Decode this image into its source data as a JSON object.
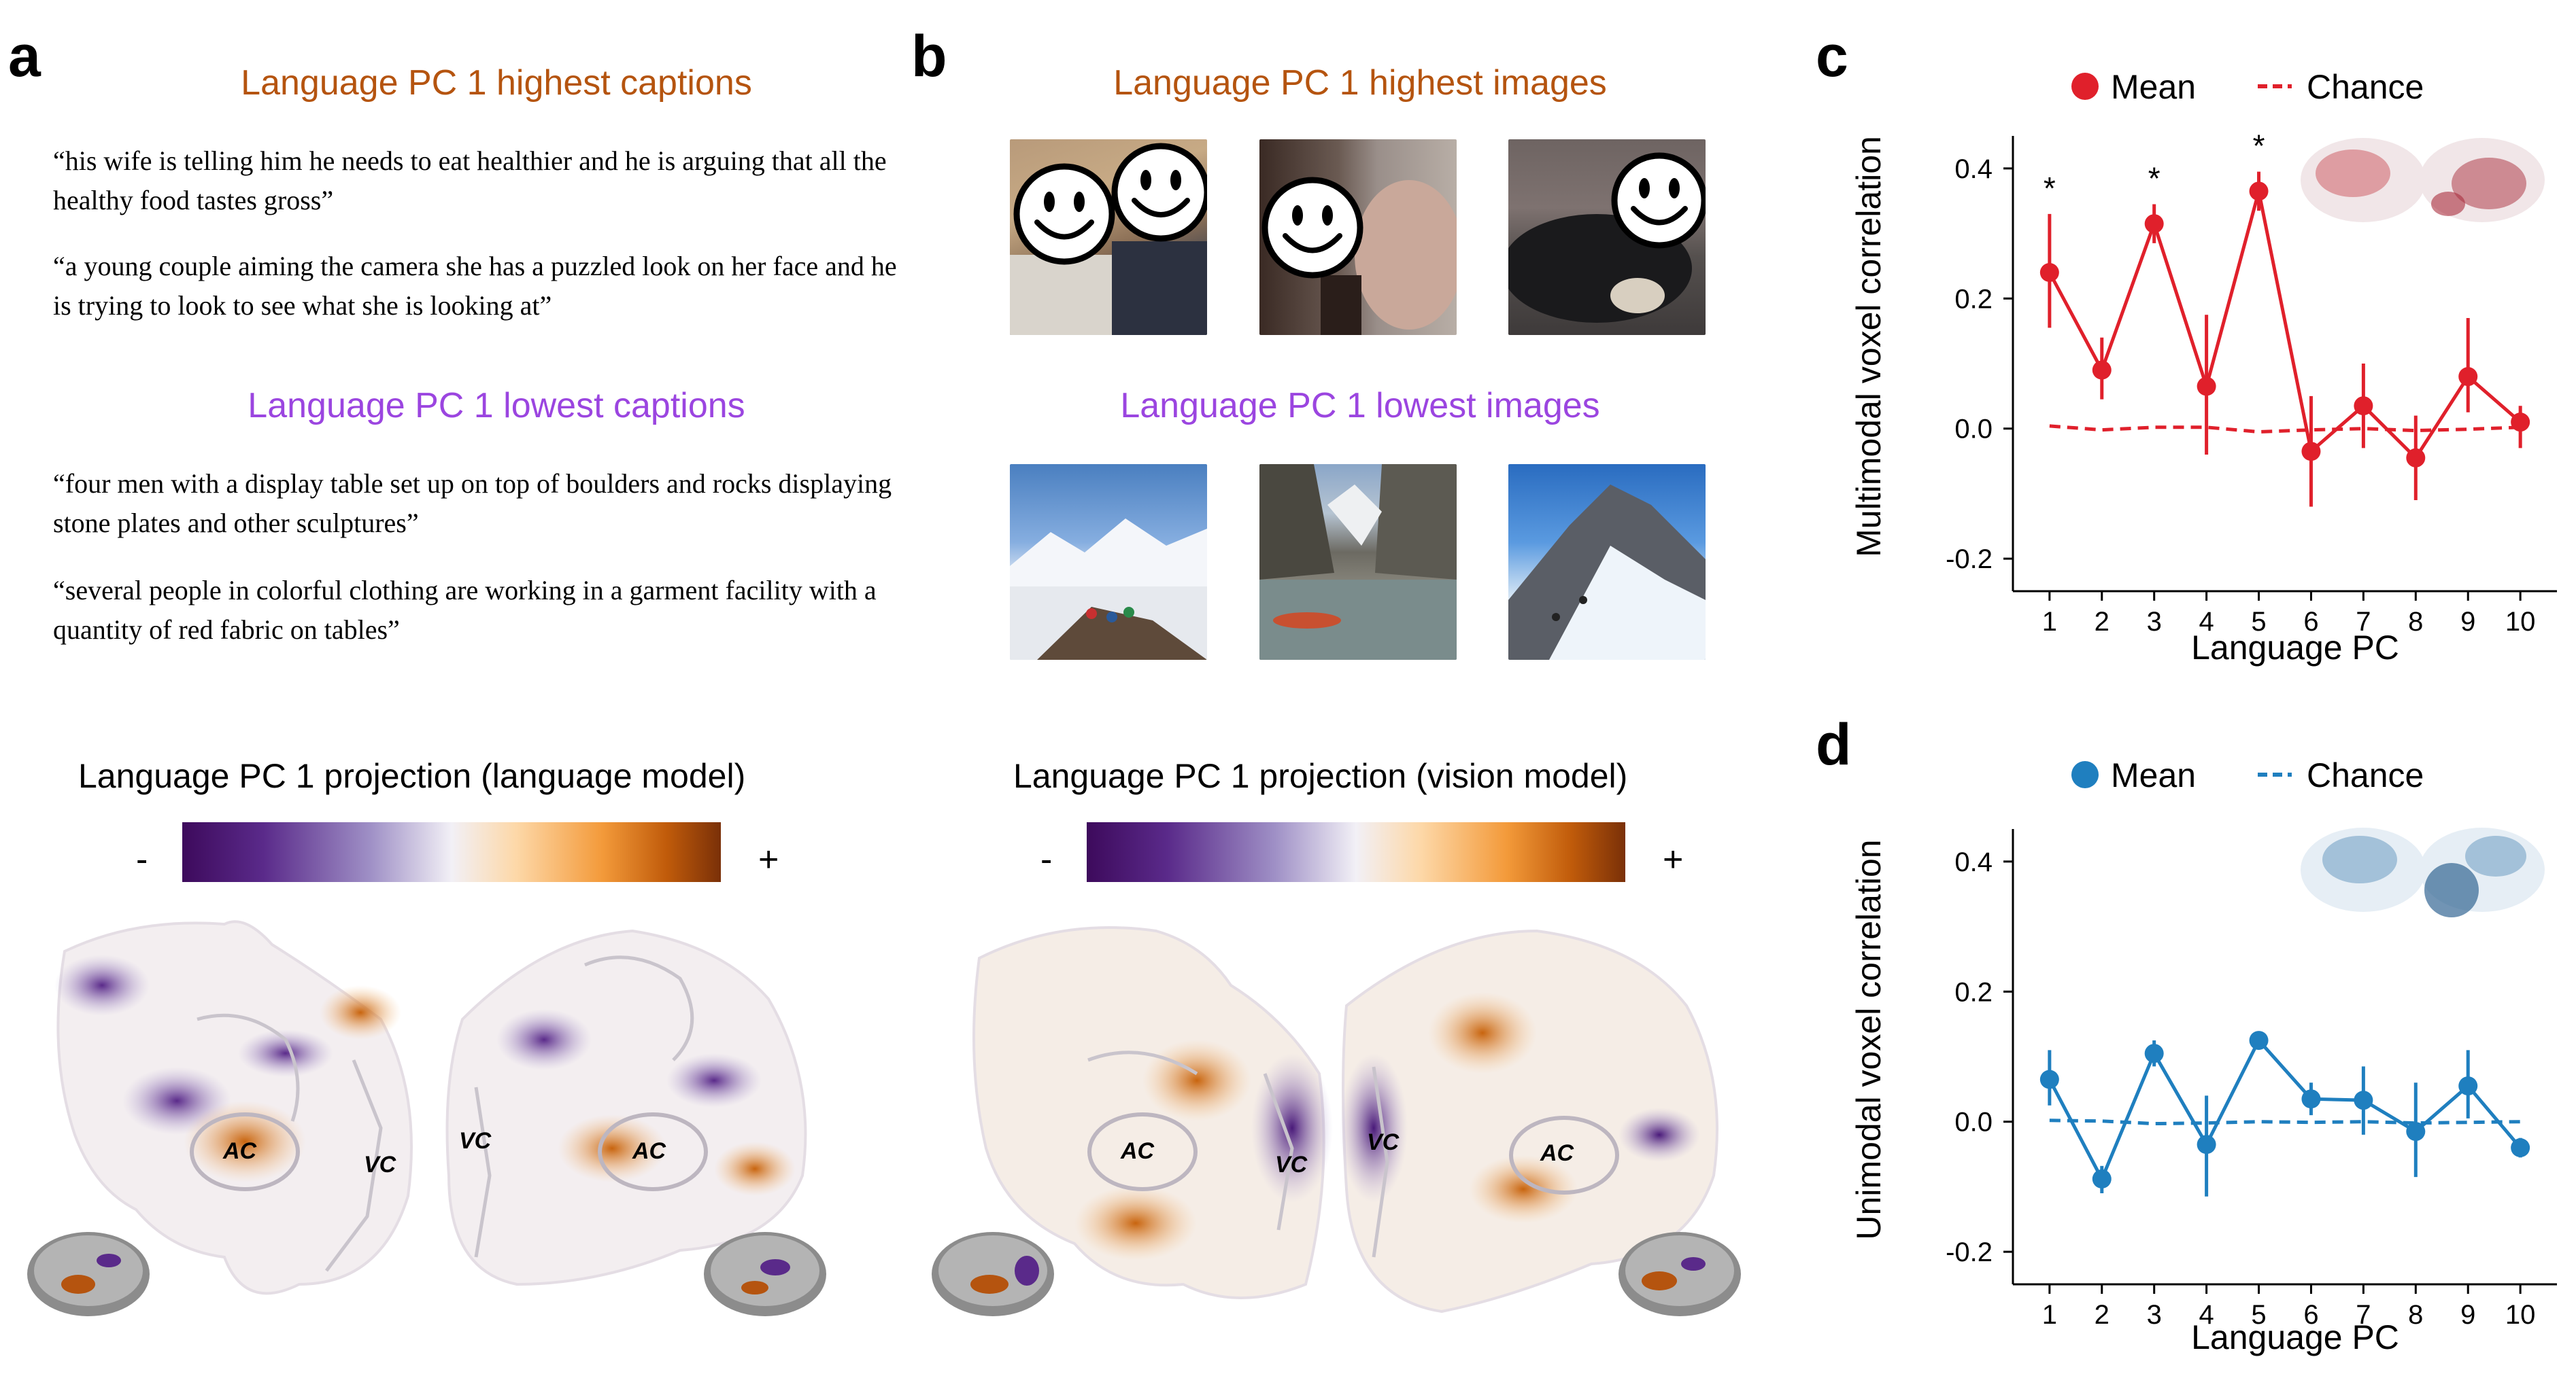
{
  "panels": {
    "a": "a",
    "b": "b",
    "c": "c",
    "d": "d"
  },
  "panel_a": {
    "highest_title": "Language PC 1 highest captions",
    "highest_captions": [
      "“his wife is telling him he needs to eat healthier and he is arguing that all the healthy food tastes gross”",
      "“a young couple aiming the camera she has a puzzled look on her face and he is trying to look to see what she is looking at”"
    ],
    "lowest_title": "Language PC 1 lowest captions",
    "lowest_captions": [
      "“four men with a display table set up on top of boulders and rocks displaying stone plates and other sculptures”",
      "“several people in colorful clothing are working in a garment facility with a quantity of red fabric on tables”"
    ],
    "projection_title": "Language PC 1 projection (language model)",
    "minus": "-",
    "plus": "+",
    "roi_labels": {
      "ac_left": "AC",
      "vc_left": "VC",
      "vc_right": "VC",
      "ac_right": "AC"
    }
  },
  "panel_b": {
    "highest_title": "Language PC 1 highest images",
    "lowest_title": "Language PC 1 lowest images",
    "projection_title": "Language PC 1 projection (vision model)",
    "minus": "-",
    "plus": "+",
    "roi_labels": {
      "ac_left": "AC",
      "vc_left": "VC",
      "vc_right": "VC",
      "ac_right": "AC"
    }
  },
  "colors": {
    "orange_title": "#b5540f",
    "purple_title": "#9b45e0",
    "multimodal": "#e0202b",
    "unimodal": "#1f7fbf"
  },
  "chart_data": [
    {
      "type": "line",
      "panel": "c",
      "x": [
        1,
        2,
        3,
        4,
        5,
        6,
        7,
        8,
        9,
        10
      ],
      "xlabel": "Language PC",
      "ylabel": "Multimodal voxel correlation",
      "ylim": [
        -0.25,
        0.45
      ],
      "yticks": [
        "-0.2",
        "0.0",
        "0.2",
        "0.4"
      ],
      "xticks": [
        "1",
        "2",
        "3",
        "4",
        "5",
        "6",
        "7",
        "8",
        "9",
        "10"
      ],
      "legend": {
        "mean": "Mean",
        "chance": "Chance",
        "position": "top"
      },
      "series": [
        {
          "name": "Mean",
          "values": [
            0.24,
            0.09,
            0.315,
            0.065,
            0.365,
            -0.035,
            0.035,
            -0.045,
            0.08,
            0.01
          ],
          "err_low": [
            0.155,
            0.045,
            0.285,
            -0.04,
            0.335,
            -0.12,
            -0.03,
            -0.11,
            0.025,
            -0.03
          ],
          "err_high": [
            0.33,
            0.14,
            0.345,
            0.175,
            0.395,
            0.05,
            0.1,
            0.02,
            0.17,
            0.035
          ]
        },
        {
          "name": "Chance",
          "values": [
            0.004,
            -0.002,
            0.002,
            0.002,
            -0.005,
            -0.002,
            0.0,
            -0.003,
            -0.001,
            0.002
          ]
        }
      ],
      "significance": [
        "*",
        "",
        "*",
        "",
        "*",
        "",
        "",
        "",
        "",
        ""
      ]
    },
    {
      "type": "line",
      "panel": "d",
      "x": [
        1,
        2,
        3,
        4,
        5,
        6,
        7,
        8,
        9,
        10
      ],
      "xlabel": "Language PC",
      "ylabel": "Unimodal voxel correlation",
      "ylim": [
        -0.25,
        0.45
      ],
      "yticks": [
        "-0.2",
        "0.0",
        "0.2",
        "0.4"
      ],
      "xticks": [
        "1",
        "2",
        "3",
        "4",
        "5",
        "6",
        "7",
        "8",
        "9",
        "10"
      ],
      "legend": {
        "mean": "Mean",
        "chance": "Chance",
        "position": "top"
      },
      "series": [
        {
          "name": "Mean",
          "values": [
            0.065,
            -0.088,
            0.105,
            -0.035,
            0.125,
            0.035,
            0.033,
            -0.015,
            0.055,
            -0.04
          ],
          "err_low": [
            0.025,
            -0.11,
            0.085,
            -0.115,
            0.115,
            0.01,
            -0.02,
            -0.085,
            0.005,
            -0.055
          ],
          "err_high": [
            0.11,
            -0.068,
            0.125,
            0.04,
            0.135,
            0.06,
            0.085,
            0.06,
            0.11,
            -0.025
          ]
        },
        {
          "name": "Chance",
          "values": [
            0.002,
            0.001,
            -0.003,
            -0.002,
            0.0,
            -0.001,
            0.0,
            -0.002,
            -0.001,
            0.0
          ]
        }
      ]
    }
  ]
}
